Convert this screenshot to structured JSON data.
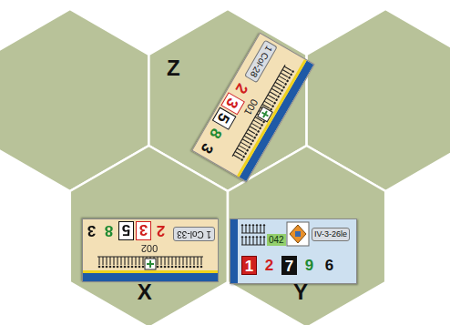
{
  "diagram": {
    "nodes": [
      {
        "text": [
          "Z"
        ]
      },
      {
        "text": [
          "1 Col-28",
          "2",
          "3",
          "5",
          "8",
          "3",
          "001"
        ],
        "in": 0
      },
      {
        "text": [
          "X"
        ]
      },
      {
        "text": [
          "1 Col-33",
          "2",
          "3",
          "5",
          "8",
          "3",
          "002"
        ],
        "in": 2
      },
      {
        "text": [
          "Y"
        ]
      },
      {
        "text": [
          "042",
          "IV-3-26le",
          "1",
          "2",
          "7",
          "9",
          "6"
        ],
        "in": 4
      }
    ]
  }
}
